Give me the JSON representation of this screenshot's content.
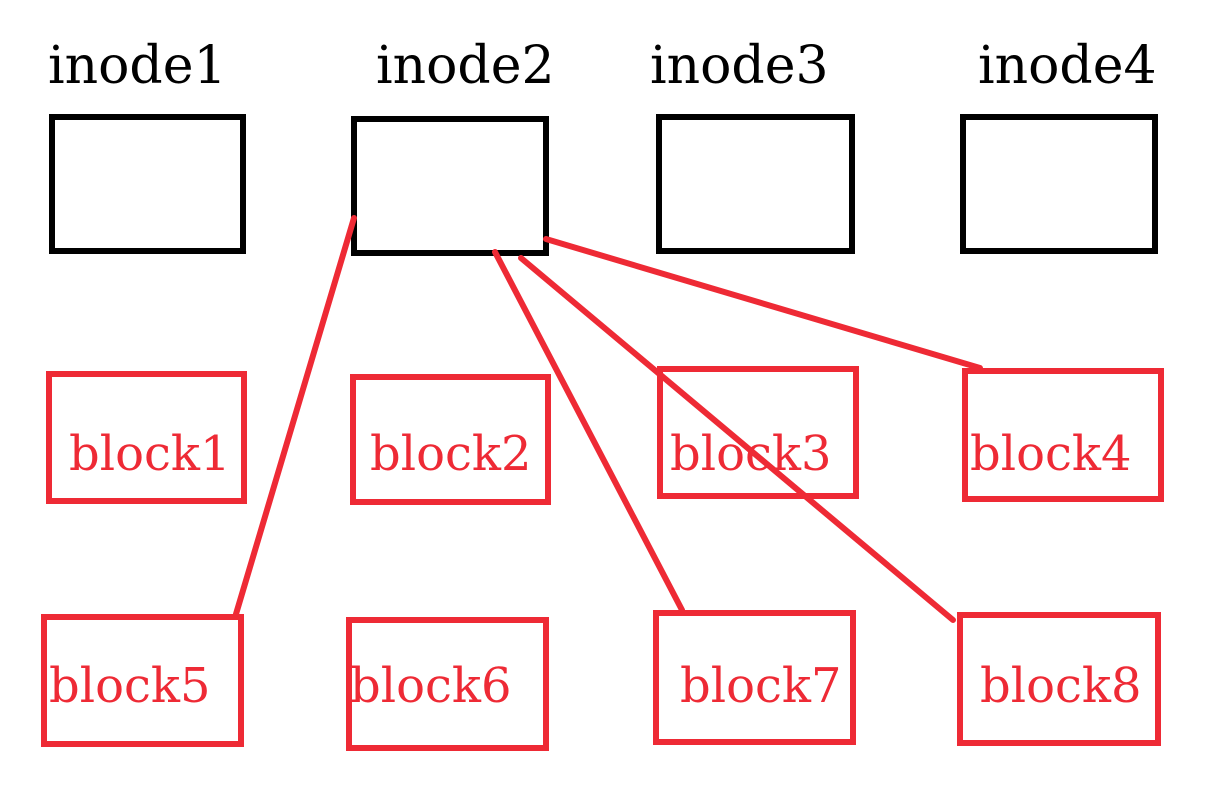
{
  "inodes": [
    {
      "label": "inode1"
    },
    {
      "label": "inode2"
    },
    {
      "label": "inode3"
    },
    {
      "label": "inode4"
    }
  ],
  "blocks": [
    {
      "label": "block1"
    },
    {
      "label": "block2"
    },
    {
      "label": "block3"
    },
    {
      "label": "block4"
    },
    {
      "label": "block5"
    },
    {
      "label": "block6"
    },
    {
      "label": "block7"
    },
    {
      "label": "block8"
    }
  ],
  "links": [
    {
      "from": "inode2",
      "to": "block5"
    },
    {
      "from": "inode2",
      "to": "block7"
    },
    {
      "from": "inode2",
      "to": "block8"
    },
    {
      "from": "inode2",
      "to": "block4"
    }
  ],
  "colors": {
    "inode": "#000000",
    "block": "#ee2a35",
    "link": "#ee2a35"
  }
}
